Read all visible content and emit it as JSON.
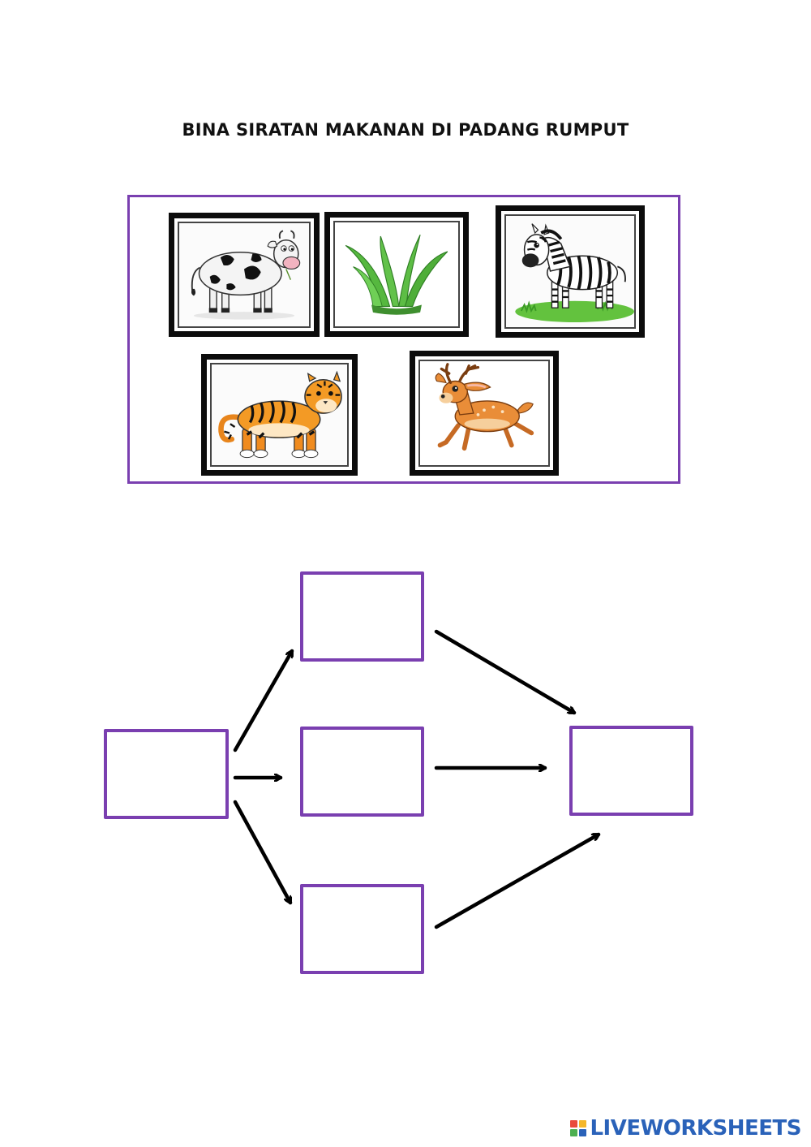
{
  "worksheet": {
    "title": "BINA SIRATAN MAKANAN DI PADANG RUMPUT"
  },
  "image_bank": [
    {
      "id": "cow",
      "icon": "cow-icon"
    },
    {
      "id": "grass",
      "icon": "grass-icon"
    },
    {
      "id": "zebra",
      "icon": "zebra-icon"
    },
    {
      "id": "tiger",
      "icon": "tiger-icon"
    },
    {
      "id": "deer",
      "icon": "deer-icon"
    }
  ],
  "food_web": {
    "slots": [
      "producer",
      "consumer-top",
      "consumer-middle",
      "consumer-bottom",
      "predator"
    ],
    "arrow_color": "#000000",
    "slot_border_color": "#7a3fb0"
  },
  "branding": {
    "name": "LIVEWORKSHEETS",
    "color": "#2a62b9"
  }
}
